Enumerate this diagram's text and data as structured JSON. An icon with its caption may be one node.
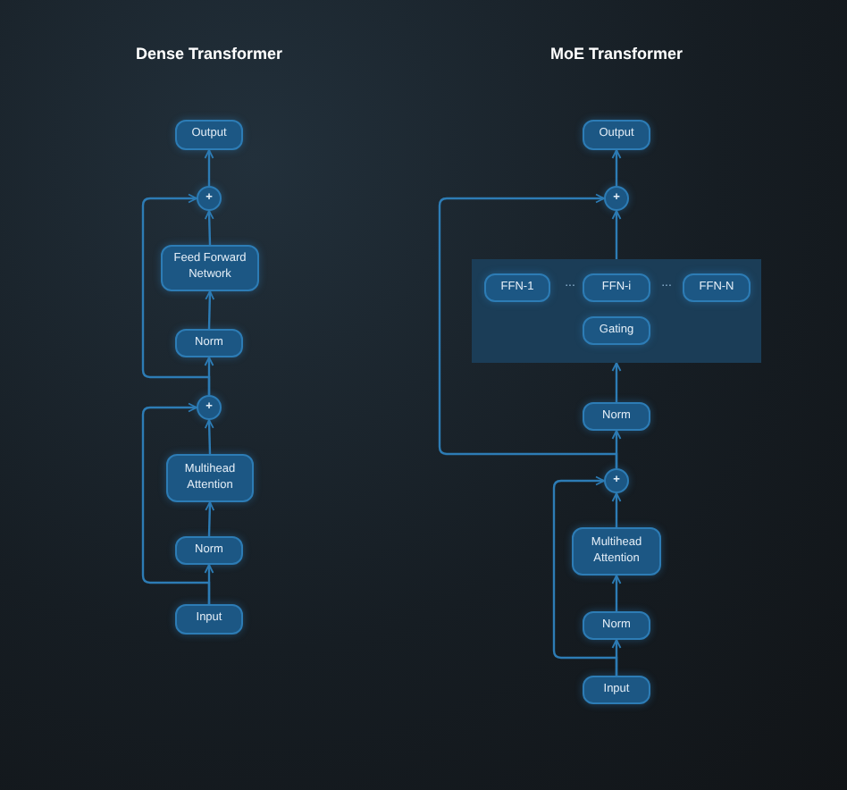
{
  "diagram": {
    "nodes": [
      {
        "text": [
          "Output"
        ]
      },
      {
        "text": [
          "+"
        ]
      },
      {
        "text": [
          "Feed Forward Network"
        ]
      },
      {
        "text": [
          "Norm"
        ]
      },
      {
        "text": [
          "+"
        ]
      },
      {
        "text": [
          "Multihead Attention"
        ]
      },
      {
        "text": [
          "Norm"
        ]
      },
      {
        "text": [
          "Input"
        ]
      },
      {
        "text": [
          "Output"
        ]
      },
      {
        "text": [
          "+"
        ]
      },
      {
        "text": [],
        "shape": "box"
      },
      {
        "text": [
          "FFN-1"
        ],
        "in": 10
      },
      {
        "text": [
          "FFN-i"
        ],
        "in": 10
      },
      {
        "text": [
          "FFN-N"
        ],
        "in": 10
      },
      {
        "text": [
          "Gating"
        ],
        "in": 10
      },
      {
        "text": [
          "Norm"
        ]
      },
      {
        "text": [
          "+"
        ]
      },
      {
        "text": [
          "Multihead Attention"
        ]
      },
      {
        "text": [
          "Norm"
        ]
      },
      {
        "text": [
          "Input"
        ]
      }
    ],
    "edges": [
      {
        "from": 7,
        "to": 6,
        "arrow": "to"
      },
      {
        "from": 6,
        "to": 5,
        "arrow": "to"
      },
      {
        "from": 5,
        "to": 4,
        "arrow": "to"
      },
      {
        "from": 4,
        "to": 3,
        "arrow": "to"
      },
      {
        "from": 3,
        "to": 2,
        "arrow": "to"
      },
      {
        "from": 2,
        "to": 1,
        "arrow": "to"
      },
      {
        "from": 1,
        "to": 0,
        "arrow": "to"
      },
      {
        "from": 7,
        "to": 4,
        "arrow": "to"
      },
      {
        "from": 4,
        "to": 1,
        "arrow": "to"
      },
      {
        "from": 19,
        "to": 18,
        "arrow": "to"
      },
      {
        "from": 18,
        "to": 17,
        "arrow": "to"
      },
      {
        "from": 17,
        "to": 16,
        "arrow": "to"
      },
      {
        "from": 16,
        "to": 15,
        "arrow": "to"
      },
      {
        "from": 15,
        "to": 10,
        "arrow": "to"
      },
      {
        "from": 10,
        "to": 9,
        "arrow": "to"
      },
      {
        "from": 9,
        "to": 8,
        "arrow": "to"
      },
      {
        "from": 19,
        "to": 16,
        "arrow": "to"
      },
      {
        "from": 16,
        "to": 9,
        "arrow": "to"
      }
    ],
    "labels": [
      "Dense Transformer",
      "MoE Transformer",
      "...",
      "..."
    ]
  }
}
